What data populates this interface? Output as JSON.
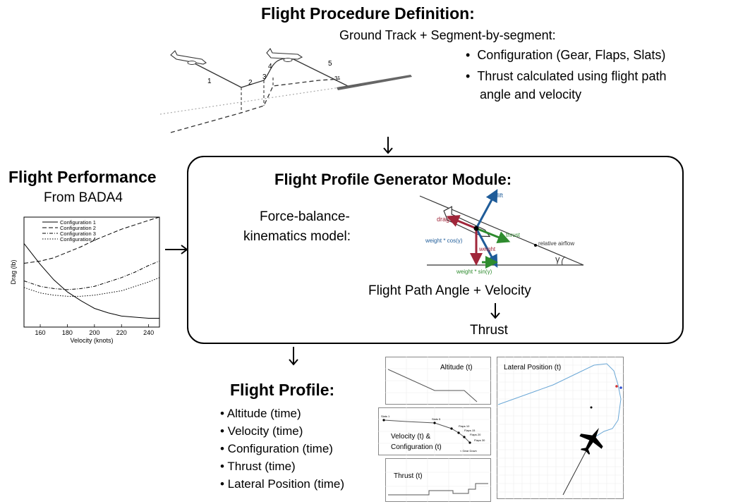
{
  "procedure": {
    "title": "Flight Procedure Definition:",
    "subtitle": "Ground Track + Segment-by-segment:",
    "bullets": [
      "Configuration (Gear, Flaps, Slats)",
      "Thrust calculated using flight path",
      "angle and velocity"
    ],
    "segment_labels": [
      "1",
      "2",
      "3",
      "4",
      "5"
    ],
    "glide_angle": "3°"
  },
  "performance": {
    "title": "Flight Performance",
    "subtitle": "From BADA4"
  },
  "module": {
    "title": "Flight Profile Generator Module:",
    "model_label_1": "Force-balance-",
    "model_label_2": "kinematics model:",
    "forces": {
      "lift": "lift",
      "drag": "drag",
      "thrust": "thrust",
      "weight": "weight",
      "weight_cos": "weight * cos(γ)",
      "weight_sin": "weight * sin(γ)",
      "airflow": "relative airflow",
      "gamma": "γ"
    },
    "fpa_velocity": "Flight Path Angle + Velocity",
    "thrust": "Thrust"
  },
  "profile": {
    "title": "Flight Profile:",
    "items": [
      "• Altitude (time)",
      "• Velocity (time)",
      "• Configuration (time)",
      "• Thrust (time)",
      "• Lateral Position (time)"
    ],
    "panels": {
      "altitude": "Altitude (t)",
      "velocity_1": "Velocity (t) &",
      "velocity_2": "Configuration (t)",
      "thrust": "Thrust (t)",
      "lateral": "Lateral Position (t)"
    },
    "velocity_marks": [
      "Slats 1",
      "Slats 5",
      "Flaps 10",
      "Flaps 15",
      "Flaps 20",
      "Flaps 30",
      "< Gear Down"
    ]
  },
  "chart_data": {
    "type": "line",
    "xlabel": "Velocity (knots)",
    "ylabel": "Drag (lb)",
    "xlim": [
      148,
      248
    ],
    "x_ticks": [
      160,
      180,
      200,
      220,
      240
    ],
    "legend_placement": "top-center",
    "series": [
      {
        "name": "Configuration 1",
        "style": "solid",
        "x": [
          148,
          160,
          170,
          180,
          190,
          200,
          210,
          220,
          230,
          240,
          248
        ],
        "y": [
          0.76,
          0.57,
          0.43,
          0.32,
          0.24,
          0.17,
          0.13,
          0.1,
          0.09,
          0.08,
          0.08
        ]
      },
      {
        "name": "Configuration 2",
        "style": "dashed",
        "x": [
          148,
          160,
          170,
          180,
          190,
          200,
          210,
          220,
          230,
          240,
          248
        ],
        "y": [
          0.58,
          0.6,
          0.63,
          0.68,
          0.73,
          0.79,
          0.84,
          0.89,
          0.93,
          0.97,
          1.0
        ]
      },
      {
        "name": "Configuration 3",
        "style": "dashdot",
        "x": [
          148,
          160,
          170,
          180,
          190,
          200,
          210,
          220,
          230,
          240,
          248
        ],
        "y": [
          0.42,
          0.37,
          0.35,
          0.34,
          0.35,
          0.37,
          0.41,
          0.45,
          0.5,
          0.56,
          0.6
        ]
      },
      {
        "name": "Configuration 4",
        "style": "dotted",
        "x": [
          148,
          160,
          170,
          180,
          190,
          200,
          210,
          220,
          230,
          240,
          248
        ],
        "y": [
          0.36,
          0.31,
          0.29,
          0.28,
          0.28,
          0.29,
          0.31,
          0.33,
          0.37,
          0.41,
          0.45
        ]
      }
    ]
  }
}
